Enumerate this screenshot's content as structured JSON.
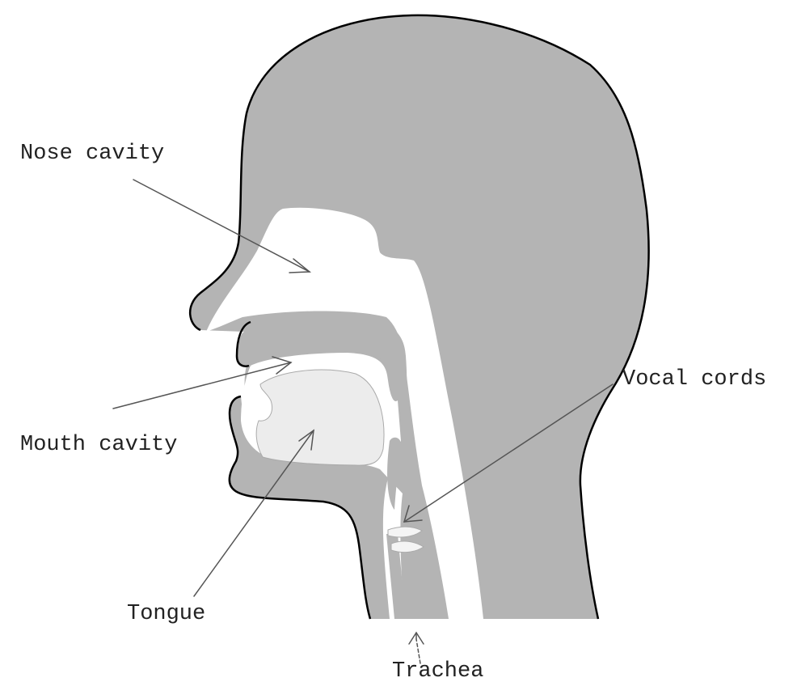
{
  "labels": {
    "nose_cavity": "Nose cavity",
    "mouth_cavity": "Mouth cavity",
    "tongue": "Tongue",
    "vocal_cords": "Vocal cords",
    "trachea": "Trachea"
  },
  "colors": {
    "tissue": "#b4b4b4",
    "tongue": "#ececec",
    "outline": "#000000",
    "arrow": "#555555",
    "background": "#ffffff"
  }
}
